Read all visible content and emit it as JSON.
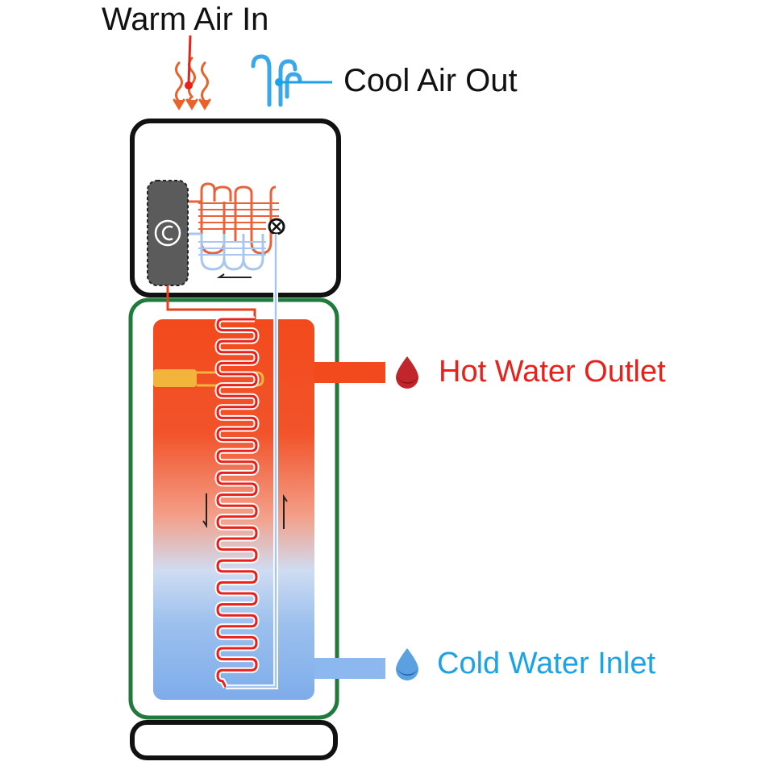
{
  "labels": {
    "warm_air_in": "Warm Air In",
    "cool_air_out": "Cool Air Out",
    "hot_water_outlet": "Hot Water Outlet",
    "cold_water_inlet": "Cold Water Inlet"
  },
  "colors": {
    "hot": "#e8211b",
    "cold": "#1aa3e8",
    "tank_border": "#1f7a3c",
    "pipe_hot": "#e8401c",
    "pipe_cold": "#a9c7ee",
    "arrow_line_red": "#e8211b",
    "arrow_line_blue": "#1aa3e8"
  },
  "icons": {
    "compressor": "compressor-icon",
    "expansion_valve": "expansion-valve-icon",
    "hot_drop": "hot-drop-icon",
    "cold_drop": "cold-drop-icon",
    "fan": "fan-icon"
  }
}
